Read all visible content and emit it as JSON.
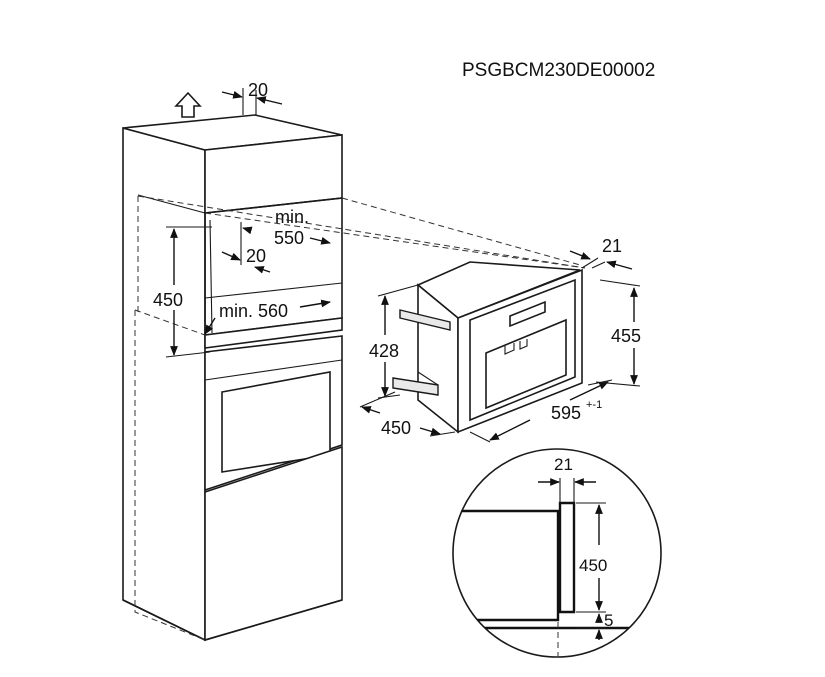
{
  "drawing": {
    "code": "PSGBCM230DE00002",
    "dims": {
      "top_gap": "20",
      "min_label": "min.",
      "depth_min": "550",
      "inner_gap": "20",
      "niche_height": "450",
      "width_min": "min. 560",
      "device_height": "428",
      "device_depth": "450",
      "front_thickness": "21",
      "front_height": "455",
      "front_width": "595",
      "front_width_tol": "+-1",
      "detail_thickness": "21",
      "detail_height": "450",
      "detail_gap": "5"
    },
    "icons": {
      "ventilation": "arrow-up-outline-icon"
    }
  }
}
